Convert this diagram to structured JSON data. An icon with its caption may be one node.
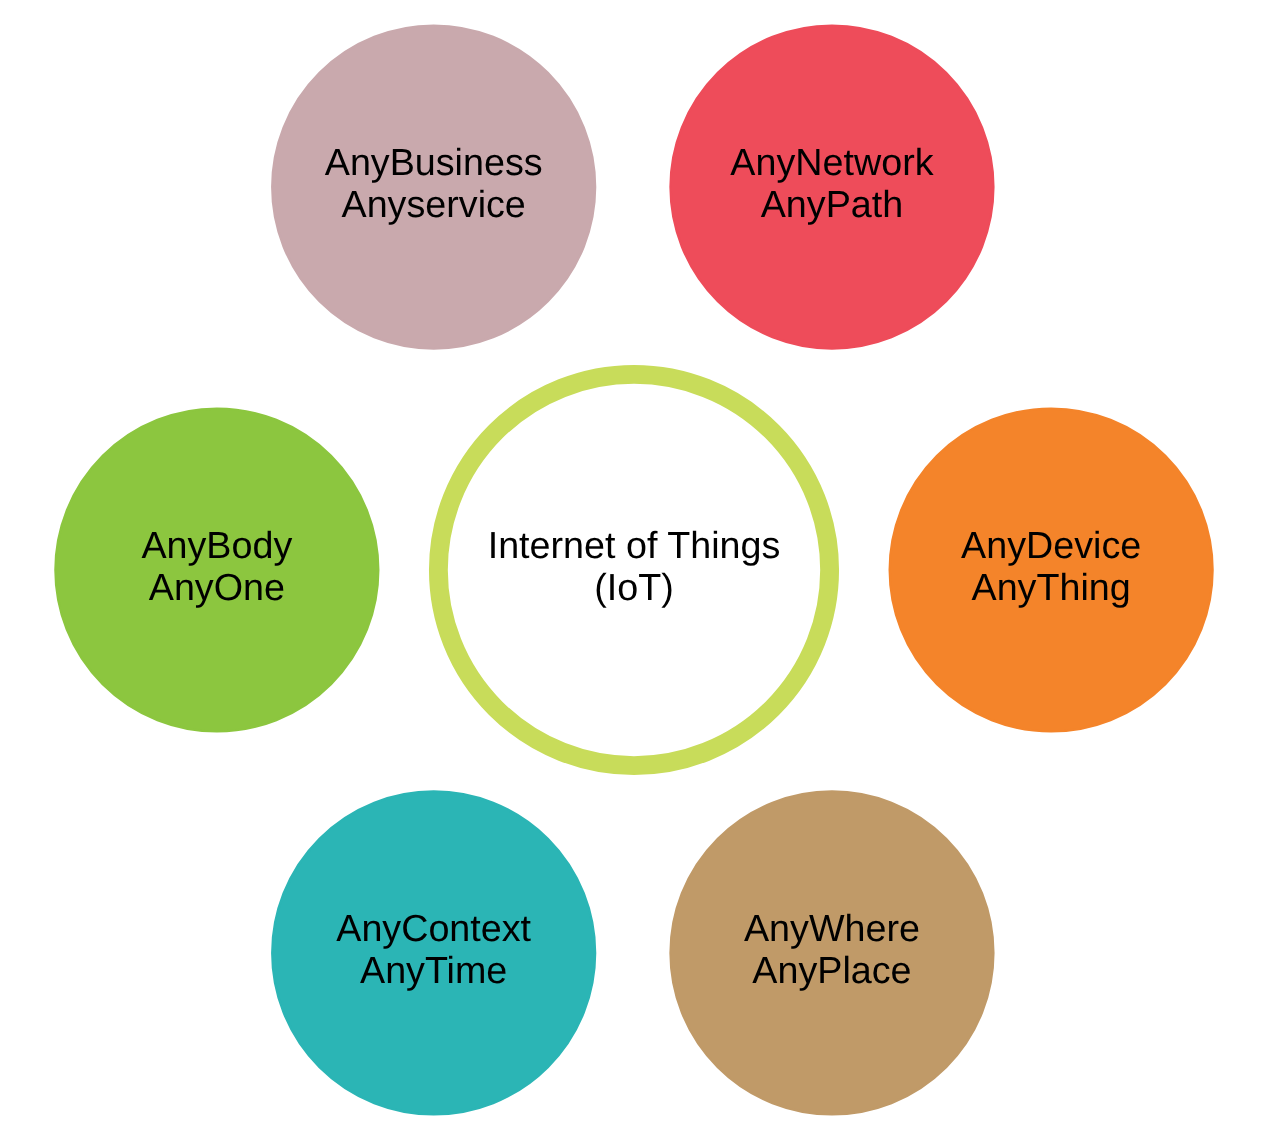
{
  "diagram": {
    "nodes": [
      {
        "text": [
          "AnyBusiness Anyservice"
        ]
      },
      {
        "text": [
          "AnyNetwork AnyPath"
        ]
      },
      {
        "text": [
          "AnyBody AnyOne"
        ]
      },
      {
        "text": [
          "Internet of Things (IoT)"
        ]
      },
      {
        "text": [
          "AnyDevice AnyThing"
        ]
      },
      {
        "text": [
          "AnyContext AnyTime"
        ]
      },
      {
        "text": [
          "AnyWhere AnyPlace"
        ]
      }
    ]
  }
}
